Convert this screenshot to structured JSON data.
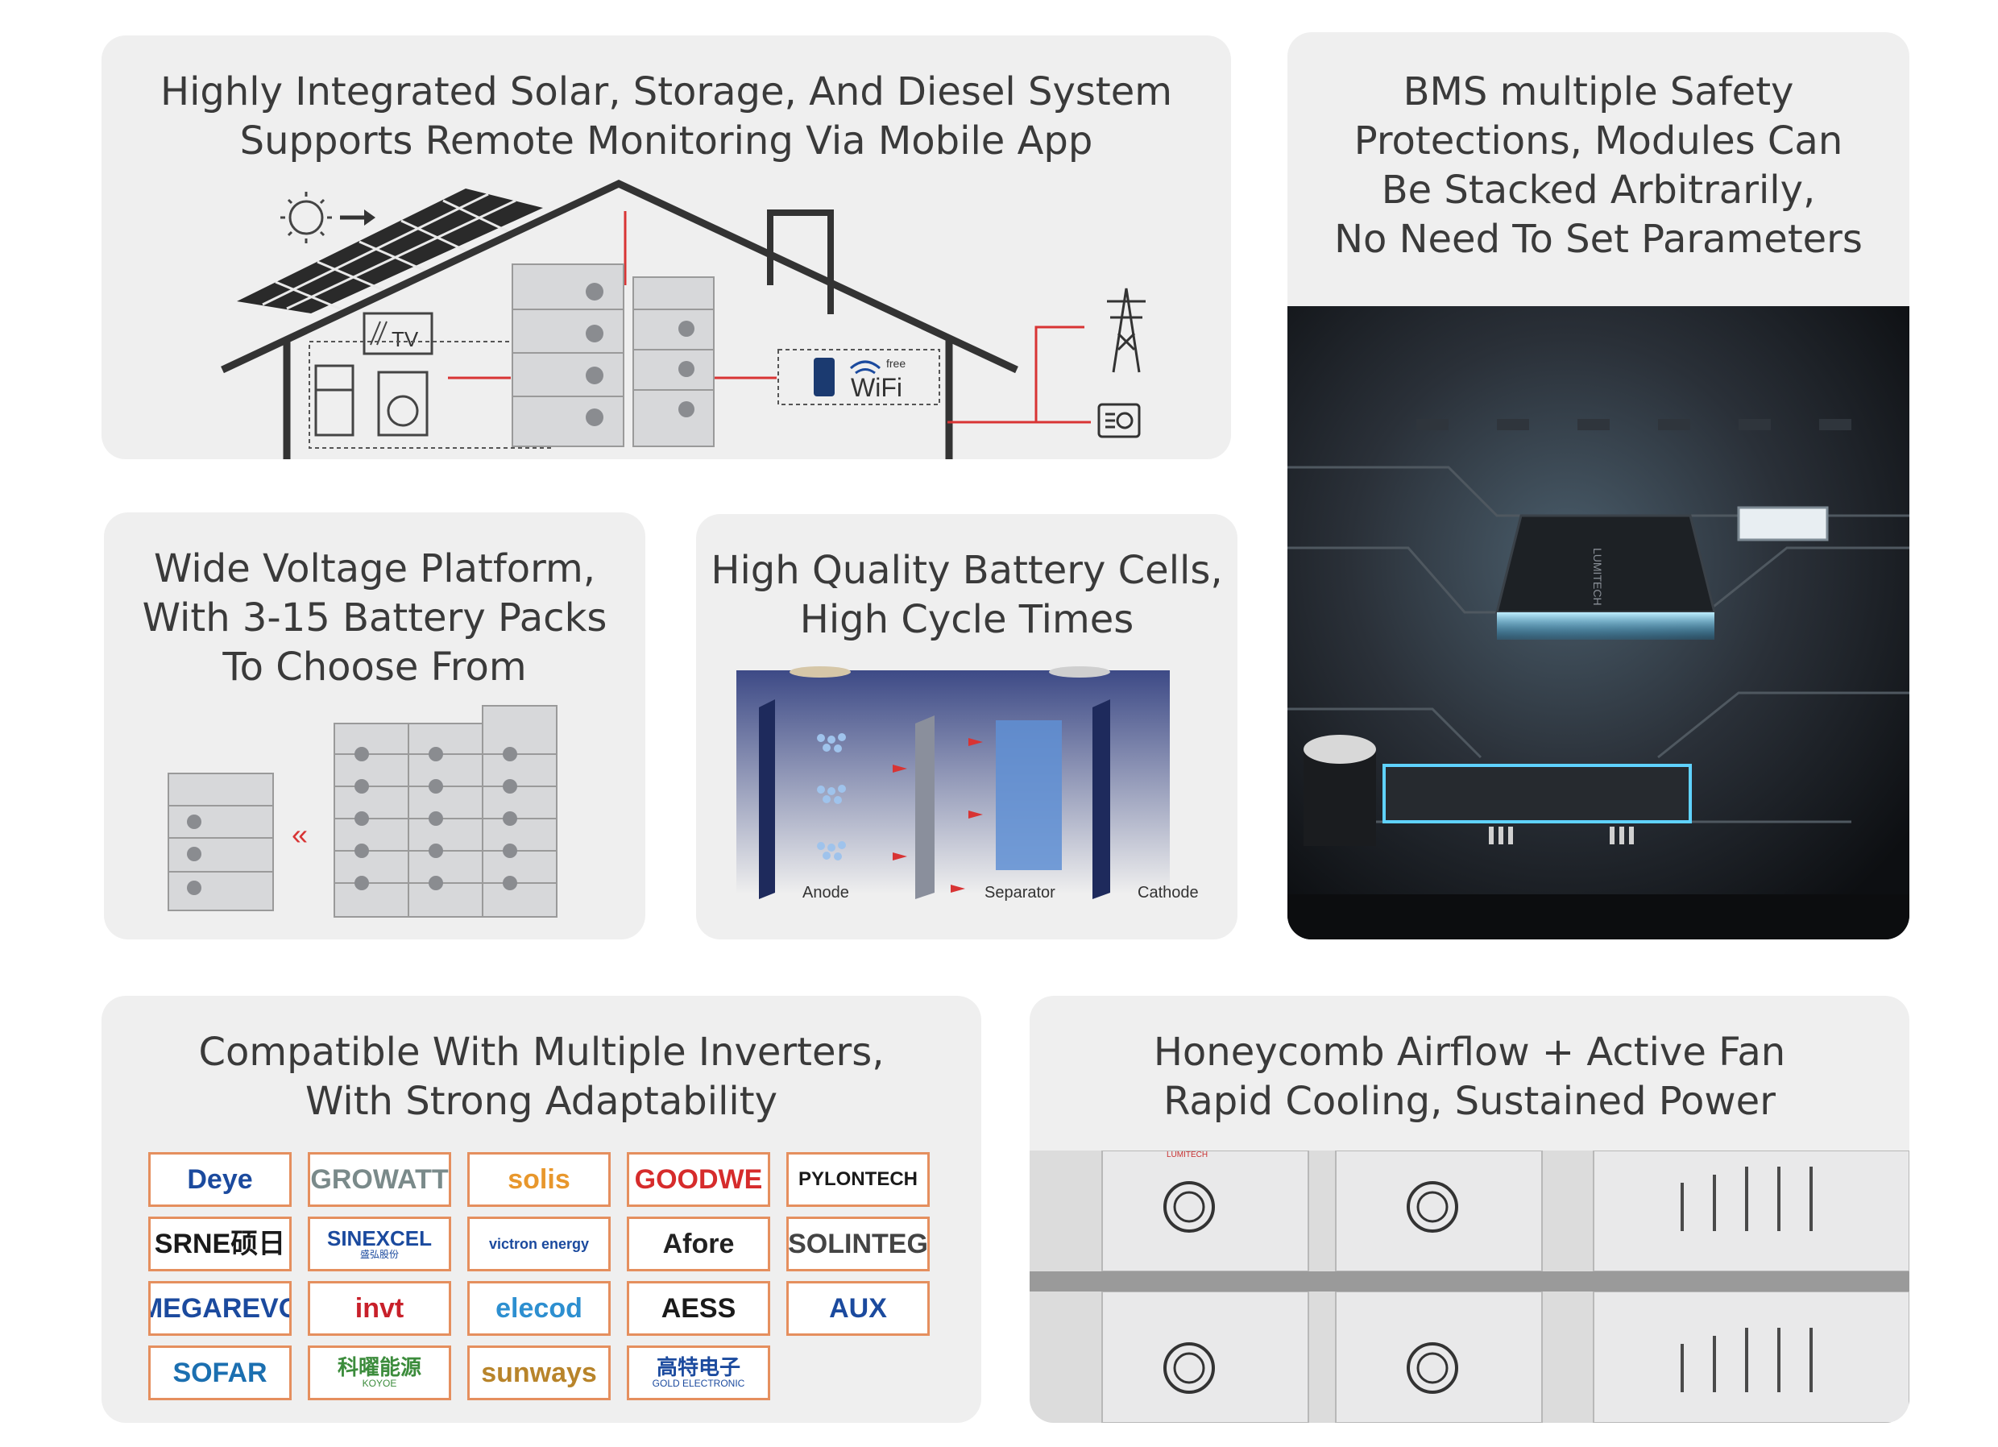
{
  "cards": {
    "system": {
      "title": "Highly Integrated Solar, Storage, And Diesel System\nSupports Remote Monitoring Via Mobile App"
    },
    "bms": {
      "title": "BMS multiple Safety\nProtections, Modules Can\nBe Stacked Arbitrarily,\nNo Need To Set Parameters"
    },
    "voltage": {
      "title": "Wide Voltage Platform,\nWith 3-15 Battery Packs\nTo Choose From"
    },
    "cells": {
      "title": "High Quality Battery Cells,\nHigh Cycle Times"
    },
    "inverters": {
      "title": "Compatible With Multiple Inverters,\nWith Strong Adaptability"
    },
    "cooling": {
      "title": "Honeycomb Airflow + Active Fan\nRapid Cooling, Sustained Power"
    }
  },
  "diagram": {
    "tv_label": "TV",
    "wifi_label": "WiFi",
    "wifi_free": "free",
    "anode": "Anode",
    "separator": "Separator",
    "cathode": "Cathode",
    "chip_brand": "LUMITECH",
    "module_brand": "LUMITECH"
  },
  "brands": [
    {
      "name": "Deye",
      "color": "#1b4a9e"
    },
    {
      "name": "GROWATT",
      "color": "#7a8a8a"
    },
    {
      "name": "solis",
      "color": "#e8972c"
    },
    {
      "name": "GOODWE",
      "color": "#d62c2c"
    },
    {
      "name": "PYLONTECH",
      "color": "#1a1a1a"
    },
    {
      "name": "SRNE硕日",
      "color": "#1a1a1a"
    },
    {
      "name": "SINEXCEL",
      "sub": "盛弘股份",
      "color": "#1b4a9e"
    },
    {
      "name": "victron energy",
      "color": "#1b4a9e"
    },
    {
      "name": "Afore",
      "color": "#222222"
    },
    {
      "name": "SOLINTEG",
      "color": "#444444"
    },
    {
      "name": "MEGAREVO",
      "color": "#1b4a9e"
    },
    {
      "name": "invt",
      "color": "#c8202a"
    },
    {
      "name": "elecod",
      "color": "#2d8fd0"
    },
    {
      "name": "AESS",
      "color": "#1a1a1a"
    },
    {
      "name": "AUX",
      "color": "#1b4a9e"
    },
    {
      "name": "SOFAR",
      "color": "#1b6fb0"
    },
    {
      "name": "科曜能源",
      "sub": "KOYOE",
      "color": "#3c8c3c"
    },
    {
      "name": "sunways",
      "color": "#b8842a"
    },
    {
      "name": "高特电子",
      "sub": "GOLD ELECTRONIC",
      "color": "#1b4a9e"
    }
  ]
}
